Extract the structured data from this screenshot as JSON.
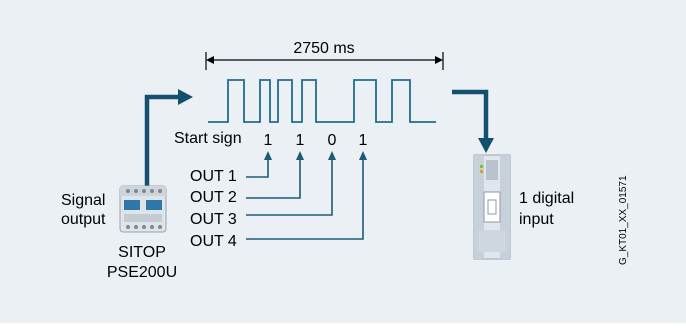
{
  "duration_label": "2750 ms",
  "start_sign_label": "Start sign",
  "bits": [
    "1",
    "1",
    "0",
    "1"
  ],
  "outputs": [
    "OUT 1",
    "OUT 2",
    "OUT 3",
    "OUT 4"
  ],
  "signal_output_label": [
    "Signal",
    "output"
  ],
  "device_label": [
    "SITOP",
    "PSE200U"
  ],
  "digital_input_label": [
    "1 digital",
    "input"
  ],
  "figure_id": "G_KT01_XX_01571",
  "colors": {
    "background": "#ebf0f5",
    "signal_line": "#1f6e8c",
    "arrow_dark": "#14506e",
    "connector_line": "#1c5a78"
  }
}
